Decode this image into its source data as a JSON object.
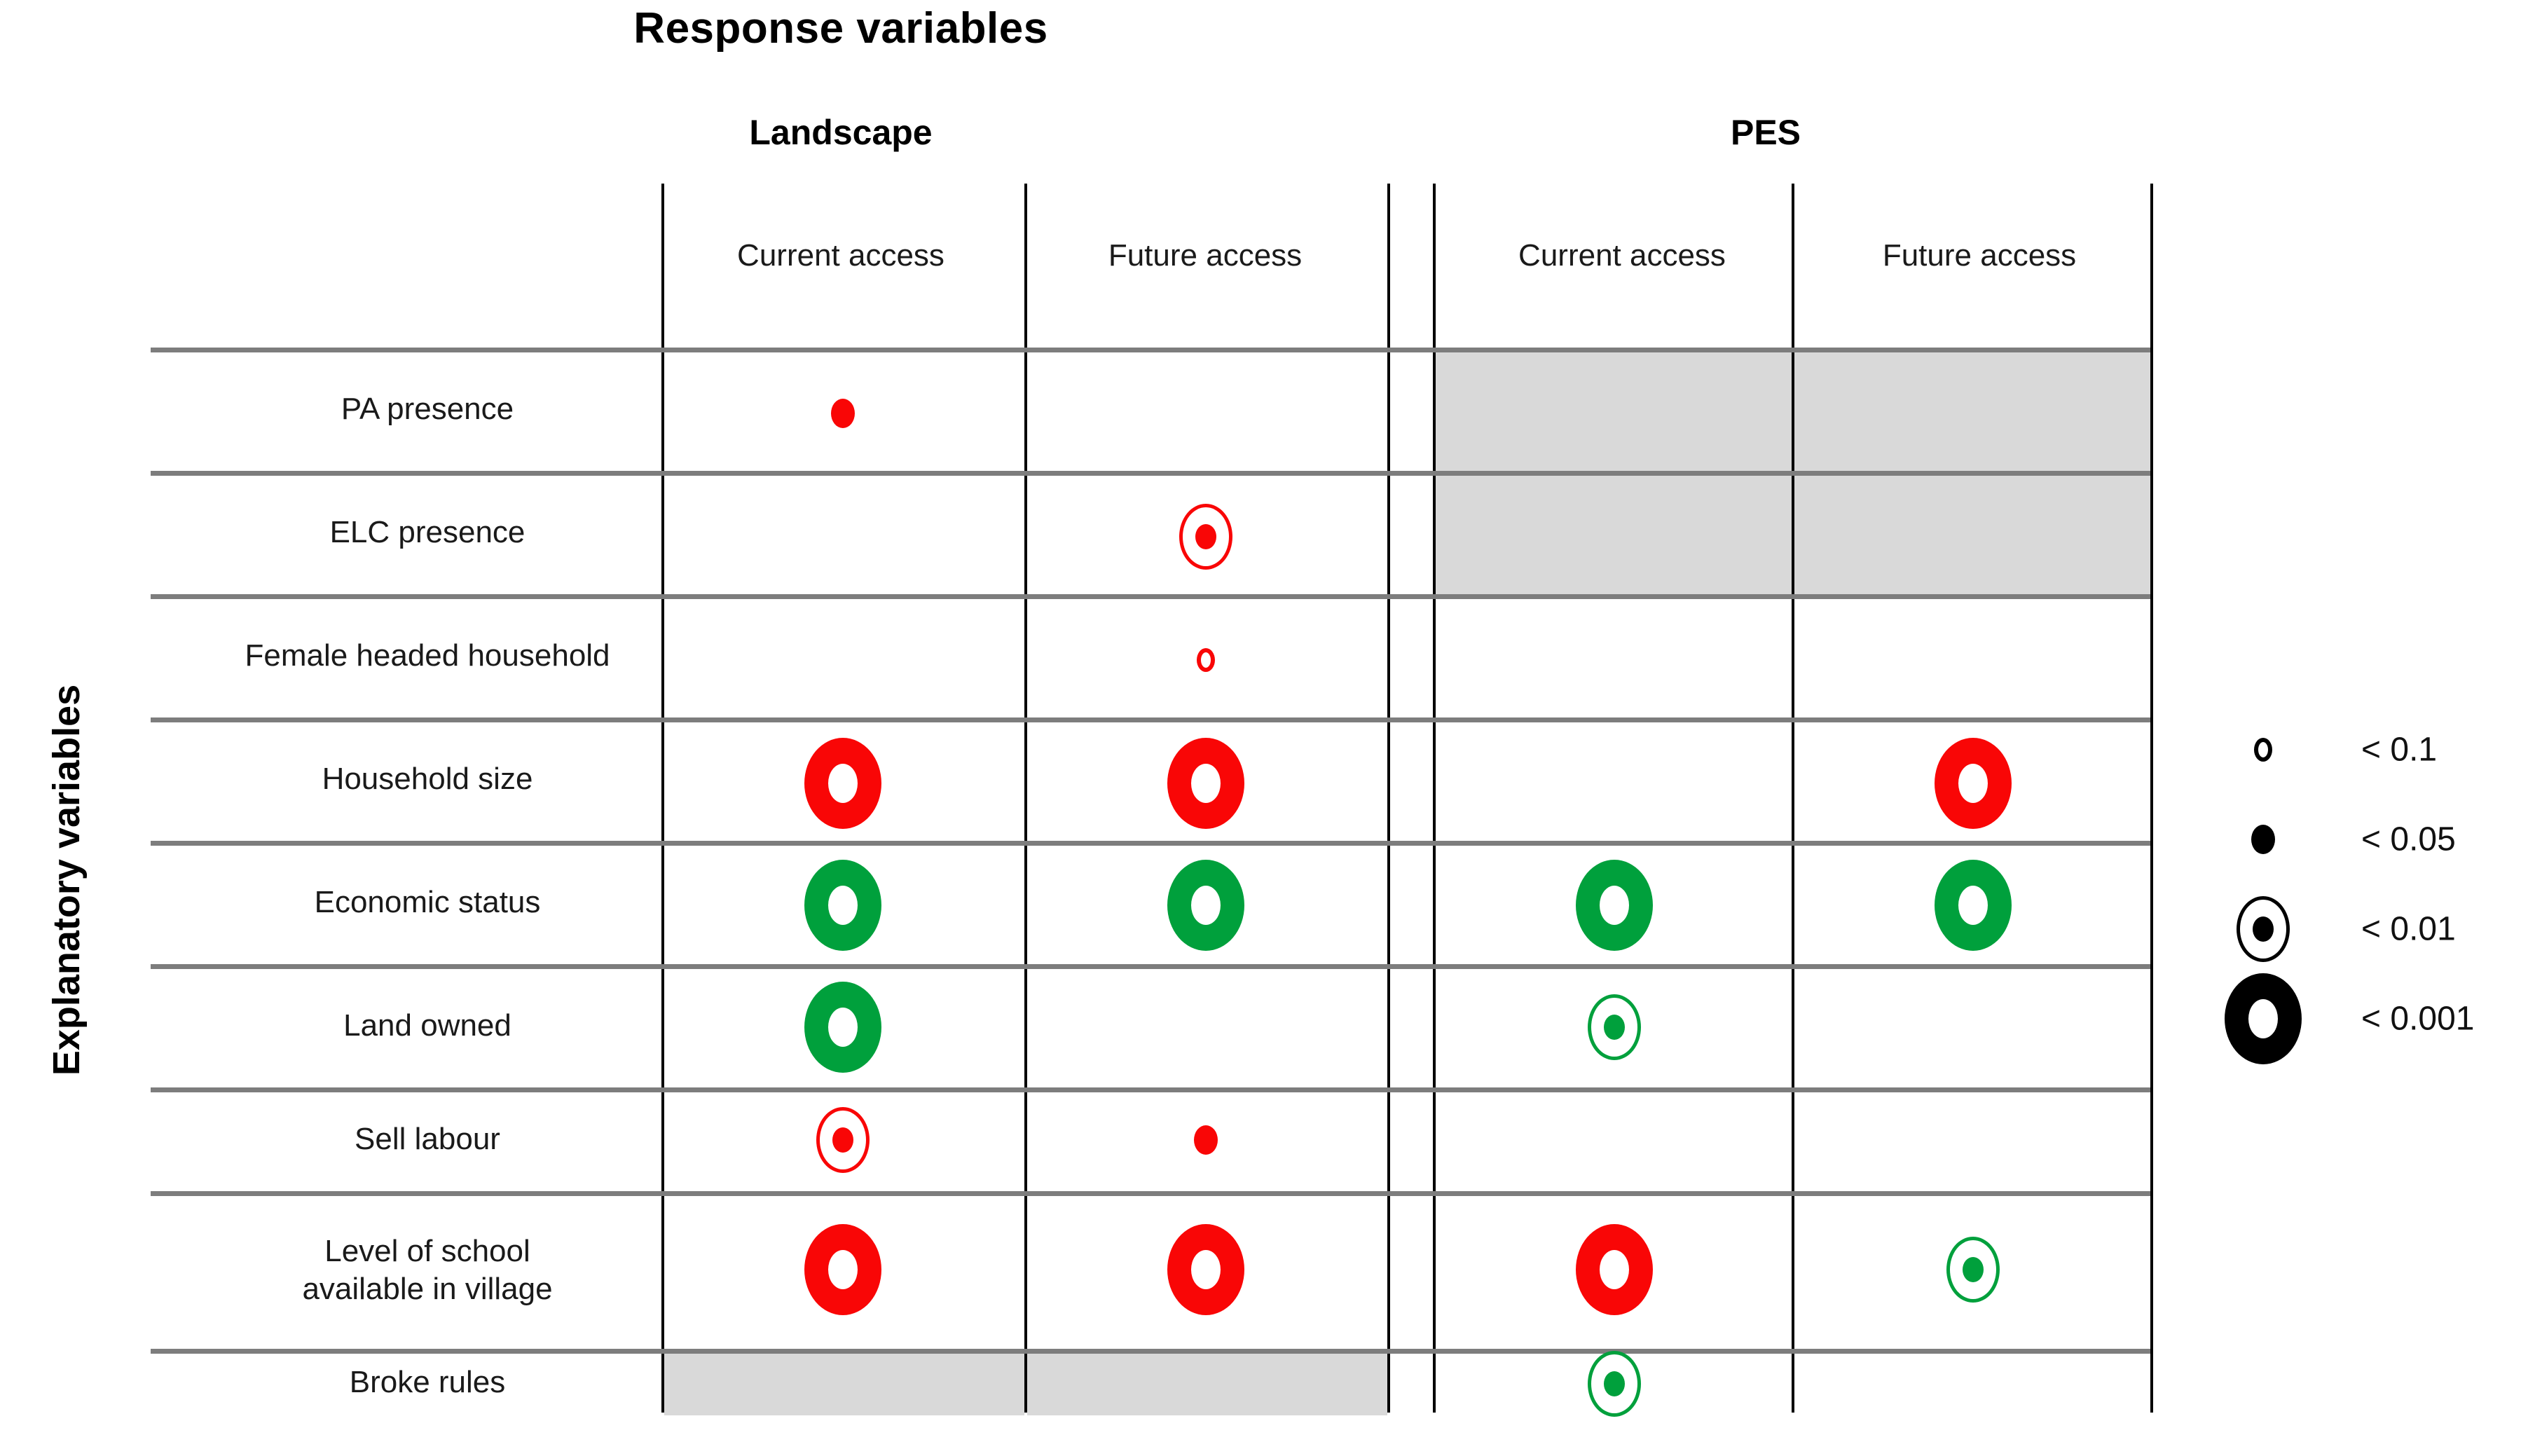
{
  "title": "Response variables",
  "axis_title_left": "Explanatory variables",
  "groups": [
    {
      "label": "Landscape",
      "columns": [
        "Current access",
        "Future access"
      ]
    },
    {
      "label": "PES",
      "columns": [
        "Current access",
        "Future access"
      ]
    }
  ],
  "subheads": [
    "Current access",
    "Future access",
    "Current access",
    "Future access"
  ],
  "rows": [
    "PA presence",
    "ELC presence",
    "Female headed household",
    "Household size",
    "Economic status",
    "Land owned",
    "Sell labour",
    "Level of school\navailable in village",
    "Broke rules"
  ],
  "legend": {
    "items": [
      {
        "symbol": "open-ring-tiny",
        "size": "p10",
        "label": "< 0.1"
      },
      {
        "symbol": "filled-dot",
        "size": "p05",
        "label": "< 0.05"
      },
      {
        "symbol": "ring-with-dot",
        "size": "p01",
        "label": "< 0.01"
      },
      {
        "symbol": "thick-donut",
        "size": "p001",
        "label": "< 0.001"
      }
    ]
  },
  "colors": {
    "positive_green": "#00a03c",
    "negative_red": "#f90606",
    "shaded_cell": "#d9d9d9",
    "grid_line": "#7d7d7d",
    "divider": "#000000",
    "legend_symbol": "#000000"
  },
  "chart_data": {
    "type": "table",
    "title": "Response variables",
    "xlabel": "Response variables",
    "ylabel": "Explanatory variables",
    "grid": true,
    "legend_position": "right",
    "column_groups": [
      "Landscape",
      "PES"
    ],
    "columns": [
      "Landscape / Current access",
      "Landscape / Future access",
      "PES / Current access",
      "PES / Future access"
    ],
    "categories": [
      "PA presence",
      "ELC presence",
      "Female headed household",
      "Household size",
      "Economic status",
      "Land owned",
      "Sell labour",
      "Level of school available in village",
      "Broke rules"
    ],
    "significance_levels": [
      "< 0.1",
      "< 0.05",
      "< 0.01",
      "< 0.001"
    ],
    "cells": [
      {
        "row": "PA presence",
        "col": "Landscape / Current access",
        "p": "< 0.05",
        "direction": "negative",
        "color": "#f90606",
        "size": "p05"
      },
      {
        "row": "PA presence",
        "col": "Landscape / Future access",
        "p": null
      },
      {
        "row": "PA presence",
        "col": "PES / Current access",
        "p": null,
        "shaded": true
      },
      {
        "row": "PA presence",
        "col": "PES / Future access",
        "p": null,
        "shaded": true
      },
      {
        "row": "ELC presence",
        "col": "Landscape / Current access",
        "p": null
      },
      {
        "row": "ELC presence",
        "col": "Landscape / Future access",
        "p": "< 0.01",
        "direction": "negative",
        "color": "#f90606",
        "size": "p01"
      },
      {
        "row": "ELC presence",
        "col": "PES / Current access",
        "p": null,
        "shaded": true
      },
      {
        "row": "ELC presence",
        "col": "PES / Future access",
        "p": null,
        "shaded": true
      },
      {
        "row": "Female headed household",
        "col": "Landscape / Current access",
        "p": null
      },
      {
        "row": "Female headed household",
        "col": "Landscape / Future access",
        "p": "< 0.1",
        "direction": "negative",
        "color": "#f90606",
        "size": "p10"
      },
      {
        "row": "Female headed household",
        "col": "PES / Current access",
        "p": null
      },
      {
        "row": "Female headed household",
        "col": "PES / Future access",
        "p": null
      },
      {
        "row": "Household size",
        "col": "Landscape / Current access",
        "p": "< 0.001",
        "direction": "negative",
        "color": "#f90606",
        "size": "p001"
      },
      {
        "row": "Household size",
        "col": "Landscape / Future access",
        "p": "< 0.001",
        "direction": "negative",
        "color": "#f90606",
        "size": "p001"
      },
      {
        "row": "Household size",
        "col": "PES / Current access",
        "p": null
      },
      {
        "row": "Household size",
        "col": "PES / Future access",
        "p": "< 0.001",
        "direction": "negative",
        "color": "#f90606",
        "size": "p001"
      },
      {
        "row": "Economic status",
        "col": "Landscape / Current access",
        "p": "< 0.001",
        "direction": "positive",
        "color": "#00a03c",
        "size": "p001"
      },
      {
        "row": "Economic status",
        "col": "Landscape / Future access",
        "p": "< 0.001",
        "direction": "positive",
        "color": "#00a03c",
        "size": "p001"
      },
      {
        "row": "Economic status",
        "col": "PES / Current access",
        "p": "< 0.001",
        "direction": "positive",
        "color": "#00a03c",
        "size": "p001"
      },
      {
        "row": "Economic status",
        "col": "PES / Future access",
        "p": "< 0.001",
        "direction": "positive",
        "color": "#00a03c",
        "size": "p001"
      },
      {
        "row": "Land owned",
        "col": "Landscape / Current access",
        "p": "< 0.001",
        "direction": "positive",
        "color": "#00a03c",
        "size": "p001"
      },
      {
        "row": "Land owned",
        "col": "Landscape / Future access",
        "p": null
      },
      {
        "row": "Land owned",
        "col": "PES / Current access",
        "p": "< 0.01",
        "direction": "positive",
        "color": "#00a03c",
        "size": "p01"
      },
      {
        "row": "Land owned",
        "col": "PES / Future access",
        "p": null
      },
      {
        "row": "Sell labour",
        "col": "Landscape / Current access",
        "p": "< 0.01",
        "direction": "negative",
        "color": "#f90606",
        "size": "p01"
      },
      {
        "row": "Sell labour",
        "col": "Landscape / Future access",
        "p": "< 0.05",
        "direction": "negative",
        "color": "#f90606",
        "size": "p05"
      },
      {
        "row": "Sell labour",
        "col": "PES / Current access",
        "p": null
      },
      {
        "row": "Sell labour",
        "col": "PES / Future access",
        "p": null
      },
      {
        "row": "Level of school available in village",
        "col": "Landscape / Current access",
        "p": "< 0.001",
        "direction": "negative",
        "color": "#f90606",
        "size": "p001"
      },
      {
        "row": "Level of school available in village",
        "col": "Landscape / Future access",
        "p": "< 0.001",
        "direction": "negative",
        "color": "#f90606",
        "size": "p001"
      },
      {
        "row": "Level of school available in village",
        "col": "PES / Current access",
        "p": "< 0.001",
        "direction": "negative",
        "color": "#f90606",
        "size": "p001"
      },
      {
        "row": "Level of school available in village",
        "col": "PES / Future access",
        "p": "< 0.01",
        "direction": "positive",
        "color": "#00a03c",
        "size": "p01"
      },
      {
        "row": "Broke rules",
        "col": "Landscape / Current access",
        "p": null,
        "shaded": true
      },
      {
        "row": "Broke rules",
        "col": "Landscape / Future access",
        "p": null,
        "shaded": true
      },
      {
        "row": "Broke rules",
        "col": "PES / Current access",
        "p": "< 0.01",
        "direction": "positive",
        "color": "#00a03c",
        "size": "p01"
      },
      {
        "row": "Broke rules",
        "col": "PES / Future access",
        "p": null
      }
    ]
  }
}
